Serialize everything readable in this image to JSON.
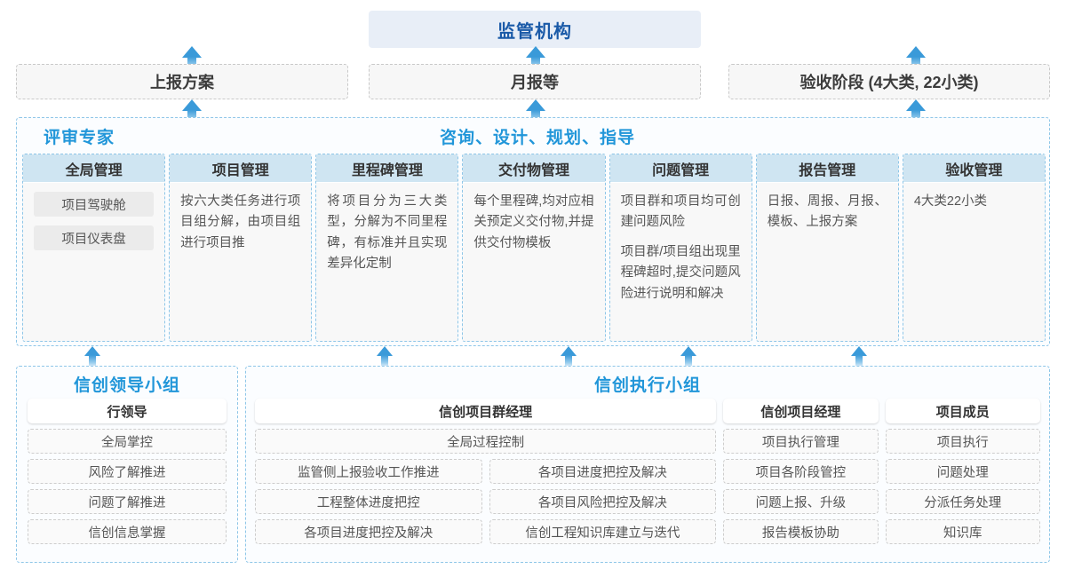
{
  "regulator": {
    "label": "监管机构"
  },
  "top_row": [
    {
      "label": "上报方案"
    },
    {
      "label": "月报等"
    },
    {
      "label": "验收阶段 (4大类, 22小类)"
    }
  ],
  "middle": {
    "title_left": "评审专家",
    "title_right": "咨询、设计、规划、指导",
    "columns": [
      {
        "header": "全局管理",
        "pills": [
          "项目驾驶舱",
          "项目仪表盘"
        ],
        "paragraphs": []
      },
      {
        "header": "项目管理",
        "pills": [],
        "paragraphs": [
          "按六大类任务进行项目组分解，由项目组进行项目推"
        ]
      },
      {
        "header": "里程碑管理",
        "pills": [],
        "paragraphs": [
          "将项目分为三大类型，分解为不同里程碑，有标准并且实现差异化定制"
        ]
      },
      {
        "header": "交付物管理",
        "pills": [],
        "paragraphs": [
          "每个里程碑,均对应相关预定义交付物,并提供交付物模板"
        ]
      },
      {
        "header": "问题管理",
        "pills": [],
        "paragraphs": [
          "项目群和项目均可创建问题风险",
          "项目群/项目组出现里程碑超时,提交问题风险进行说明和解决"
        ]
      },
      {
        "header": "报告管理",
        "pills": [],
        "paragraphs": [
          "日报、周报、月报、模板、上报方案"
        ]
      },
      {
        "header": "验收管理",
        "pills": [],
        "paragraphs": [
          "4大类22小类"
        ]
      }
    ]
  },
  "bottom": {
    "leading_group": {
      "title": "信创领导小组",
      "role": "行领导",
      "tasks": [
        "全局掌控",
        "风险了解推进",
        "问题了解推进",
        "信创信息掌握"
      ]
    },
    "exec_group": {
      "title": "信创执行小组",
      "program_manager": {
        "role": "信创项目群经理",
        "full_task": "全局过程控制",
        "left_tasks": [
          "监管侧上报验收工作推进",
          "工程整体进度把控",
          "各项目进度把控及解决"
        ],
        "right_tasks": [
          "各项目进度把控及解决",
          "各项目风险把控及解决",
          "信创工程知识库建立与迭代"
        ]
      },
      "project_manager": {
        "role": "信创项目经理",
        "tasks": [
          "项目执行管理",
          "项目各阶段管控",
          "问题上报、升级",
          "报告模板协助"
        ]
      },
      "member": {
        "role": "项目成员",
        "tasks": [
          "项目执行",
          "问题处理",
          "分派任务处理",
          "知识库"
        ]
      }
    }
  },
  "colors": {
    "accent_blue": "#2196d9",
    "deep_blue": "#1a5aa8",
    "header_fill": "#cfe5f2",
    "panel_border": "#8ec6e8",
    "regulator_fill": "#e8eef7"
  }
}
